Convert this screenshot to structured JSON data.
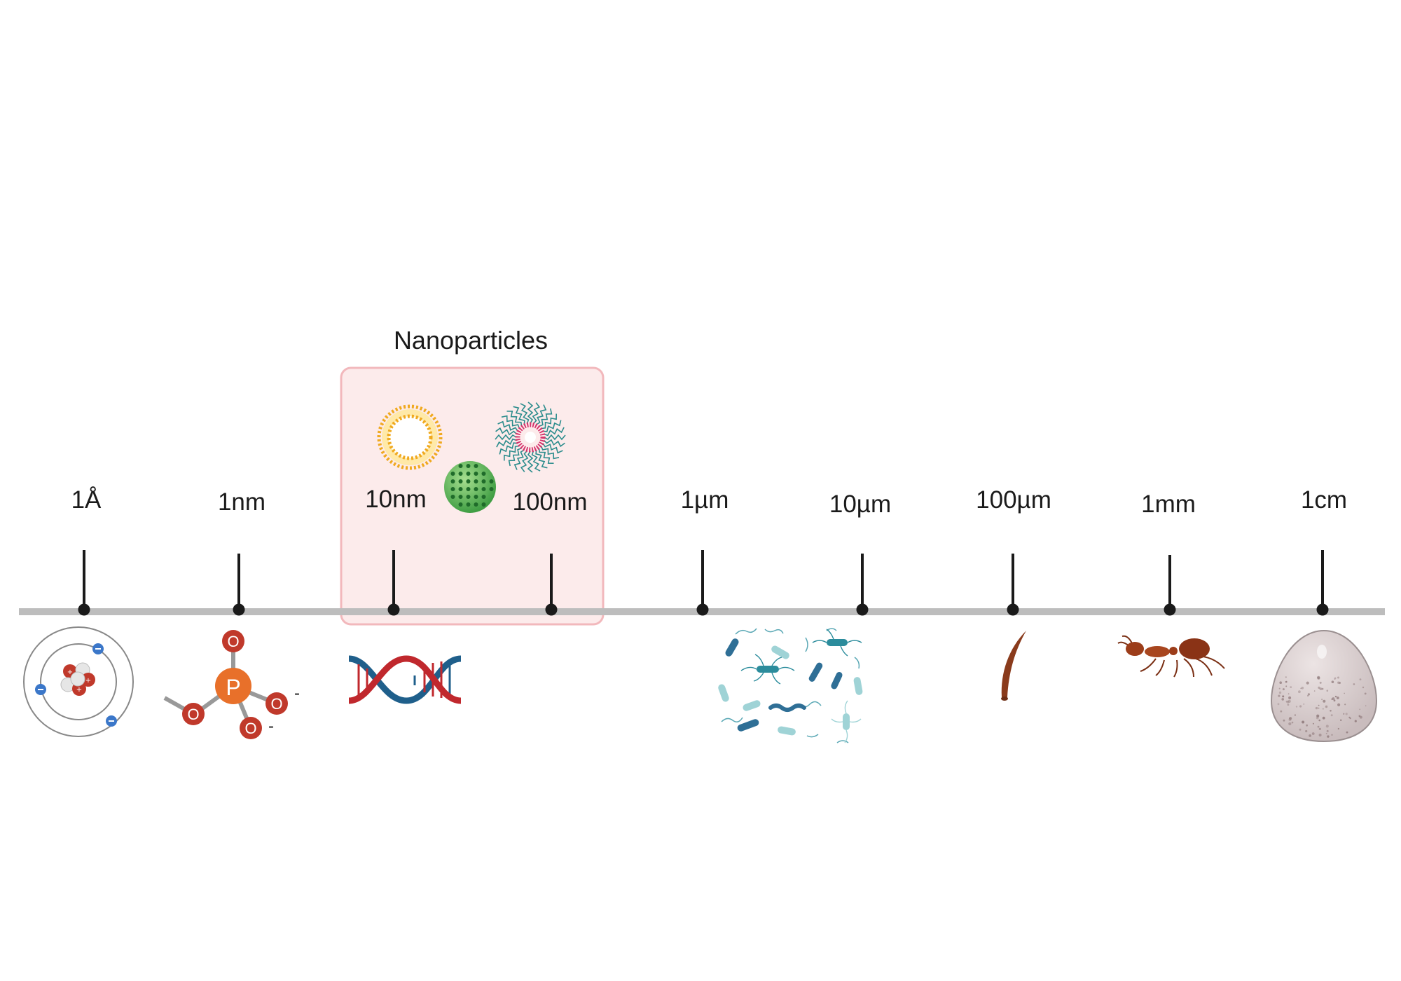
{
  "group": {
    "title": "Nanoparticles",
    "fill": "#fcebeb",
    "stroke": "#f2b8bc"
  },
  "axis": {
    "color": "#bdbdbd",
    "tick_color": "#1a1a1a"
  },
  "scale": [
    {
      "label": "1Å",
      "icon": "atom-icon"
    },
    {
      "label": "1nm",
      "icon": "phosphate-molecule-icon"
    },
    {
      "label": "10nm",
      "icon": "dna-double-helix-icon"
    },
    {
      "label": "100nm",
      "icon": ""
    },
    {
      "label": "1µm",
      "icon": ""
    },
    {
      "label": "10µm",
      "icon": "bacteria-icon"
    },
    {
      "label": "100µm",
      "icon": "hair-strand-icon"
    },
    {
      "label": "1mm",
      "icon": "ant-icon"
    },
    {
      "label": "1cm",
      "icon": "egg-icon"
    }
  ],
  "nanoparticle_icons": [
    "liposome-icon",
    "solid-nanoparticle-icon",
    "micelle-icon"
  ],
  "molecule": {
    "center": "P",
    "oxygen": "O",
    "charge": "-"
  },
  "colors": {
    "liposome": "#f0a91e",
    "nanoparticle": "#5cb85c",
    "micelle": "#d6336c",
    "micelle_tails": "#2b8c8c",
    "dna_red": "#c0282d",
    "dna_blue": "#1f5f8b",
    "phosphorus": "#e8702a",
    "oxygen": "#c0392b",
    "bacteria": "#5aa8b5",
    "ant": "#9c3d1a",
    "egg": "#d9cfd0"
  }
}
